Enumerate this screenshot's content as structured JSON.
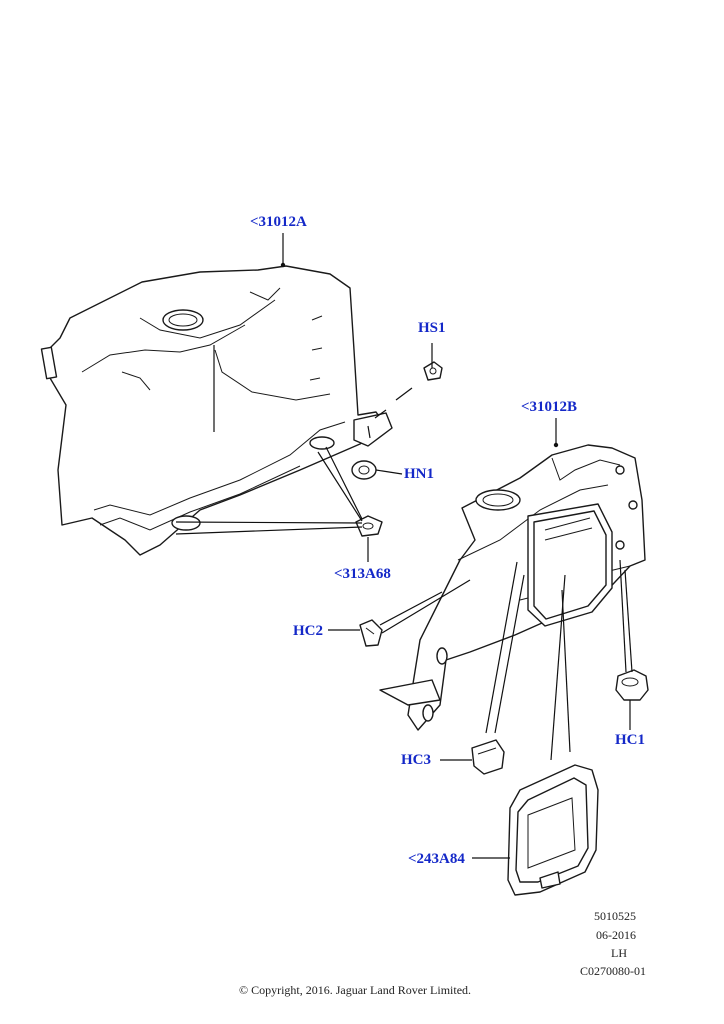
{
  "callouts": [
    {
      "id": "31012A",
      "label": "<31012A"
    },
    {
      "id": "HS1",
      "label": "HS1"
    },
    {
      "id": "31012B",
      "label": "<31012B"
    },
    {
      "id": "HN1",
      "label": "HN1"
    },
    {
      "id": "313A68",
      "label": "<313A68"
    },
    {
      "id": "HC2",
      "label": "HC2"
    },
    {
      "id": "HC1",
      "label": "HC1"
    },
    {
      "id": "HC3",
      "label": "HC3"
    },
    {
      "id": "243A84",
      "label": "<243A84"
    }
  ],
  "metadata": {
    "number": "5010525",
    "date": "06-2016",
    "side": "LH",
    "reference": "C0270080-01"
  },
  "copyright": "© Copyright, 2016. Jaguar Land Rover Limited.",
  "colors": {
    "callout": "#1428c8",
    "line": "#1a1a1a"
  }
}
